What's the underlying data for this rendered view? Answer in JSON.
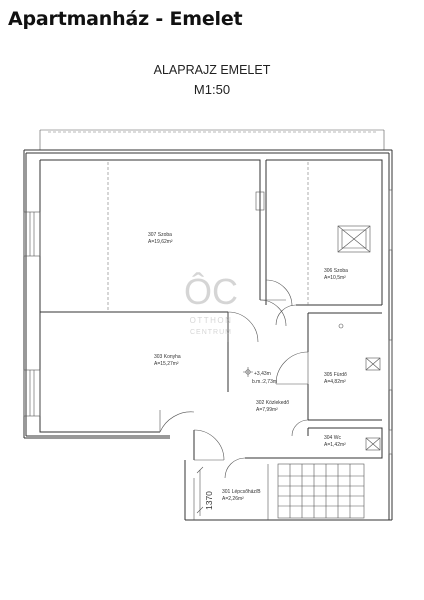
{
  "header": {
    "title": "Apartmanház - Emelet"
  },
  "plan": {
    "title": "ALAPRAJZ EMELET",
    "scale": "M1:50"
  },
  "rooms": [
    {
      "id": "307",
      "name": "307 Szoba",
      "area": "A=19,62m²"
    },
    {
      "id": "306",
      "name": "306 Szoba",
      "area": "A=10,5m²"
    },
    {
      "id": "303",
      "name": "303 Konyha",
      "area": "A=15,27m²"
    },
    {
      "id": "305",
      "name": "305 Fürdő",
      "area": "A=4,82m²"
    },
    {
      "id": "302",
      "name": "302 Közlekedő",
      "area": "A=7,99m²"
    },
    {
      "id": "304",
      "name": "304 Wc",
      "area": "A=1,42m²"
    },
    {
      "id": "301",
      "name": "301 Lépcsőház/B",
      "area": "A=2,26m²"
    }
  ],
  "level": {
    "elevation": "+3,43m",
    "height": "b.m.:2,73m"
  },
  "dimension": {
    "value": "1370"
  },
  "watermark": {
    "logo": "ÔC",
    "line1": "OTTHON",
    "line2": "CENTRUM"
  }
}
